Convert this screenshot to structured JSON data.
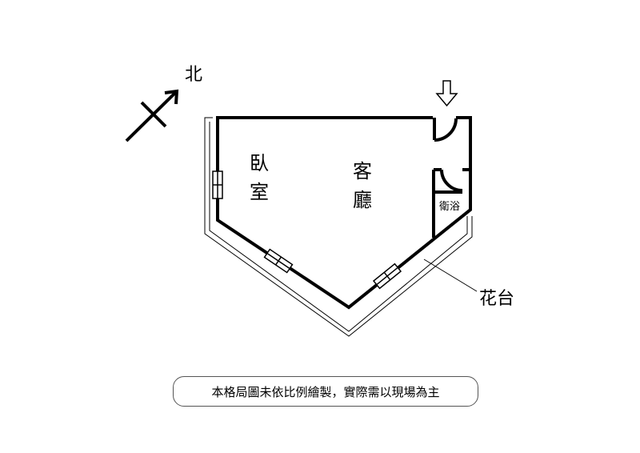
{
  "compass": {
    "north_label": "北"
  },
  "rooms": {
    "bedroom_line1": "臥",
    "bedroom_line2": "室",
    "living_line1": "客",
    "living_line2": "廳",
    "bathroom": "衛浴"
  },
  "planter_label": "花台",
  "entrance_icon": "arrow-down-icon",
  "note": "本格局圖未依比例繪製，實際需以現場為主"
}
